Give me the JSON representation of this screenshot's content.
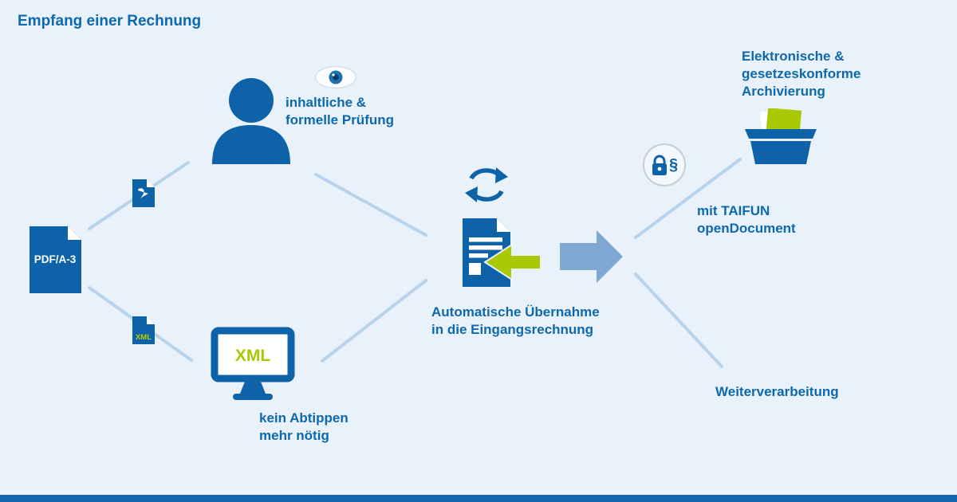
{
  "title": "Empfang einer Rechnung",
  "colors": {
    "background": "#e9f2fb",
    "primary_blue": "#0e62a8",
    "text_blue": "#0d68ad",
    "accent_lime": "#a9c904",
    "connector_blue": "#b9d4ea",
    "flow_arrow_blue": "#7fa8d2",
    "footer_bar_blue": "#1266ad"
  },
  "source_document": {
    "label": "PDF/A-3"
  },
  "file_variants": {
    "xml_label": "XML"
  },
  "manual_check": {
    "caption": "inhaltliche &\nformelle Prüfung"
  },
  "xml_import": {
    "screen_label": "XML",
    "caption": "kein Abtippen\nmehr nötig"
  },
  "auto_transfer": {
    "caption": "Automatische Übernahme\nin die Eingangsrechnung"
  },
  "archiving": {
    "caption": "Elektronische &\ngesetzeskonforme\nArchivierung"
  },
  "taifun": {
    "caption": "mit TAIFUN\nopenDocument",
    "paragraph_symbol": "§"
  },
  "further_processing": {
    "caption": "Weiterverarbeitung"
  }
}
